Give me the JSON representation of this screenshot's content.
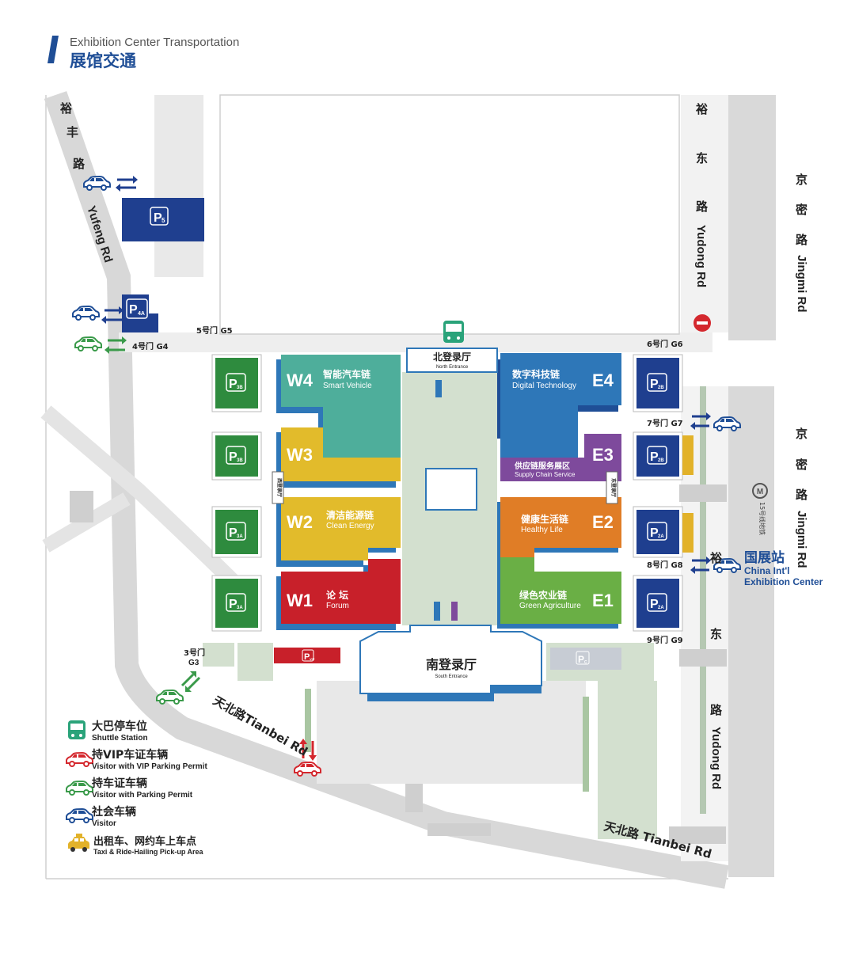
{
  "header": {
    "subtitle": "Exhibition Center Transportation",
    "title": "展馆交通"
  },
  "roads": {
    "yufeng_zh": [
      "裕",
      "丰",
      "路"
    ],
    "yufeng_en": "Yufeng Rd",
    "yudong_zh_top": [
      "裕",
      "东",
      "路"
    ],
    "yudong_en_top": "Yudong Rd",
    "jingmi_zh_top": [
      "京",
      "密",
      "路"
    ],
    "jingmi_en_top": "Jingmi Rd",
    "jingmi_zh_mid": [
      "京",
      "密",
      "路"
    ],
    "jingmi_en_mid": "Jingmi Rd",
    "yudong_zh_bottom": [
      "裕",
      "东",
      "路"
    ],
    "yudong_en_bottom": "Yudong Rd",
    "tianbei_left": "天北路Tianbei Rd",
    "tianbei_right": "天北路 Tianbei Rd"
  },
  "gates": {
    "g5": "5号门 G5",
    "g4": "4号门 G4",
    "g6": "6号门 G6",
    "g7": "7号门 G7",
    "g8": "8号门 G8",
    "g9": "9号门 G9",
    "g3_line1": "3号门",
    "g3_line2": "G3"
  },
  "halls": {
    "north_zh": "北登录厅",
    "north_en": "North Entrance",
    "south_zh": "南登录厅",
    "south_en": "South Entrance",
    "west_zh": "西登录厅",
    "east_zh": "东登录厅",
    "w4": {
      "code": "W4",
      "zh": "智能汽车链",
      "en": "Smart Vehicle",
      "color": "#4eae9b"
    },
    "w3": {
      "code": "W3",
      "zh": "",
      "en": "",
      "color": "#e2bb2b"
    },
    "w2": {
      "code": "W2",
      "zh": "清洁能源链",
      "en": "Clean Energy",
      "color": "#e2bb2b"
    },
    "w1": {
      "code": "W1",
      "zh": "论 坛",
      "en": "Forum",
      "color": "#c8202a"
    },
    "e4": {
      "code": "E4",
      "zh": "数字科技链",
      "en": "Digital Technology",
      "color": "#2e77b8"
    },
    "e3": {
      "code": "E3",
      "zh": "供应链服务展区",
      "en": "Supply Chain Service",
      "color": "#7e4a9c"
    },
    "e2": {
      "code": "E2",
      "zh": "健康生活链",
      "en": "Healthy Life",
      "color": "#e07d26"
    },
    "e1": {
      "code": "E1",
      "zh": "绿色农业链",
      "en": "Green Agriculture",
      "color": "#6aaf45"
    }
  },
  "parking": {
    "p5": {
      "main": "P",
      "sub": "5"
    },
    "p4a": {
      "main": "P",
      "sub": "4A"
    },
    "p3b_1": {
      "main": "P",
      "sub": "3B"
    },
    "p3b_2": {
      "main": "P",
      "sub": "3B"
    },
    "p3a_1": {
      "main": "P",
      "sub": "3A"
    },
    "p3a_2": {
      "main": "P",
      "sub": "3A"
    },
    "p2b_1": {
      "main": "P",
      "sub": "2B"
    },
    "p2b_2": {
      "main": "P",
      "sub": "2B"
    },
    "p2a_1": {
      "main": "P",
      "sub": "2A"
    },
    "p2a_2": {
      "main": "P",
      "sub": "2A"
    },
    "pvip": {
      "main": "P",
      "sub": "VIP"
    },
    "pc": {
      "main": "P",
      "sub": "C"
    }
  },
  "station": {
    "zh": "国展站",
    "en_line1": "China Int'l",
    "en_line2": "Exhibition Center",
    "subway": "15号线地铁"
  },
  "legend": [
    {
      "zh": "大巴停车位",
      "en": "Shuttle Station",
      "icon": "bus-icon",
      "color": "#2aa37a"
    },
    {
      "zh": "持VIP车证车辆",
      "en": "Visitor with VIP Parking Permit",
      "icon": "car-icon",
      "color": "#d4282e"
    },
    {
      "zh": "持车证车辆",
      "en": "Visitor with Parking Permit",
      "icon": "car-icon",
      "color": "#3a9a4a"
    },
    {
      "zh": "社会车辆",
      "en": "Visitor",
      "icon": "car-icon",
      "color": "#1f4e96"
    },
    {
      "zh": "出租车、网约车上车点",
      "en": "Taxi & Ride-Hailing Pick-up Area",
      "icon": "taxi-icon",
      "color": "#e2b22a"
    }
  ],
  "colors": {
    "navy": "#1f3f8f",
    "dark_green": "#2e8b3e",
    "road_gray": "#d7d7d7",
    "central_green": "#d3e0cf",
    "metro_red": "#d4282e"
  }
}
